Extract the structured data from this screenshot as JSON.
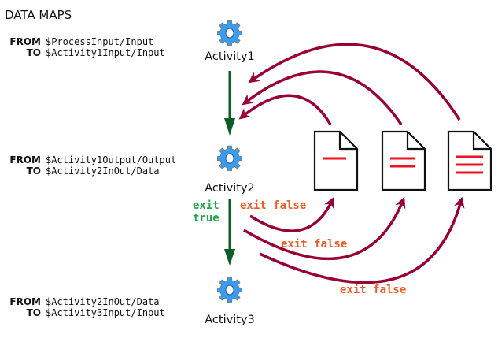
{
  "title": "DATA MAPS",
  "maps": [
    {
      "from_kw": "FROM",
      "from": "$ProcessInput/Input",
      "to_kw": "TO",
      "to": "$Activity1Input/Input"
    },
    {
      "from_kw": "FROM",
      "from": "$Activity1Output/Output",
      "to_kw": "TO",
      "to": "$Activity2InOut/Data"
    },
    {
      "from_kw": "FROM",
      "from": "$Activity2InOut/Data",
      "to_kw": "TO",
      "to": "$Activity3Input/Input"
    }
  ],
  "activities": [
    {
      "label": "Activity1",
      "icon": "gear-icon"
    },
    {
      "label": "Activity2",
      "icon": "gear-icon"
    },
    {
      "label": "Activity3",
      "icon": "gear-icon"
    }
  ],
  "conditions": {
    "exit_true": [
      "exit",
      "true"
    ],
    "exit_false": [
      "exit false",
      "exit false",
      "exit false"
    ]
  },
  "documents": [
    {
      "icon": "document-icon",
      "lines": 1
    },
    {
      "icon": "document-icon",
      "lines": 2
    },
    {
      "icon": "document-icon",
      "lines": 3
    }
  ],
  "colors": {
    "flow_arrow": "#0b5e26",
    "loop_arrow": "#990033",
    "exit_true": "#1ea84a",
    "exit_false": "#f05a22",
    "doc_line": "#ee1122",
    "gear": "#3a9cf0"
  }
}
